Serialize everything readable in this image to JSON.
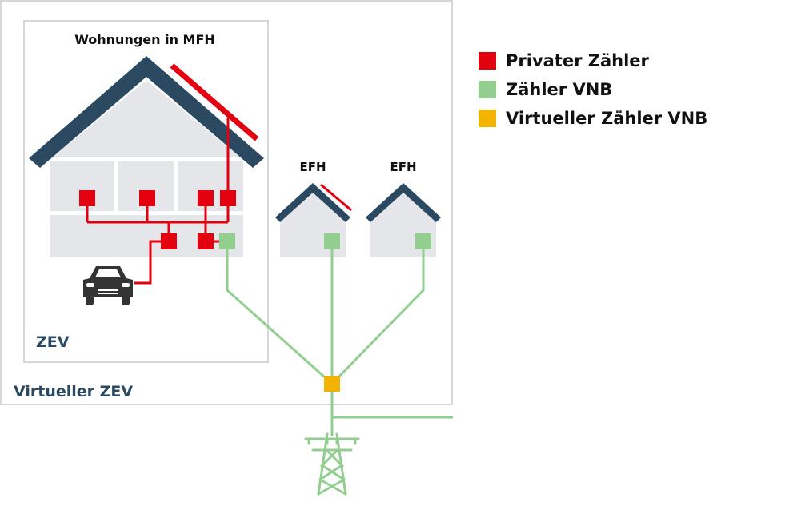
{
  "labels": {
    "mfh": "Wohnungen in MFH",
    "efh_left": "EFH",
    "efh_right": "EFH",
    "zev": "ZEV",
    "virtual_zev": "Virtueller ZEV"
  },
  "legend": [
    {
      "label": "Privater Zähler",
      "color": "#e3000f"
    },
    {
      "label": "Zähler VNB",
      "color": "#92cf8f"
    },
    {
      "label": "Virtueller Zähler VNB",
      "color": "#f3b300"
    }
  ],
  "colors": {
    "roof": "#2b4a62",
    "house_body": "#e4e6e9",
    "private_meter": "#e3000f",
    "grid_meter": "#92cf8f",
    "virtual_meter": "#f3b300",
    "frame_border": "#d4d7db",
    "zev_text": "#2b4a62",
    "car": "#333333"
  },
  "icons": [
    "house-icon",
    "solar-panel-icon",
    "car-icon",
    "power-pylon-icon"
  ]
}
